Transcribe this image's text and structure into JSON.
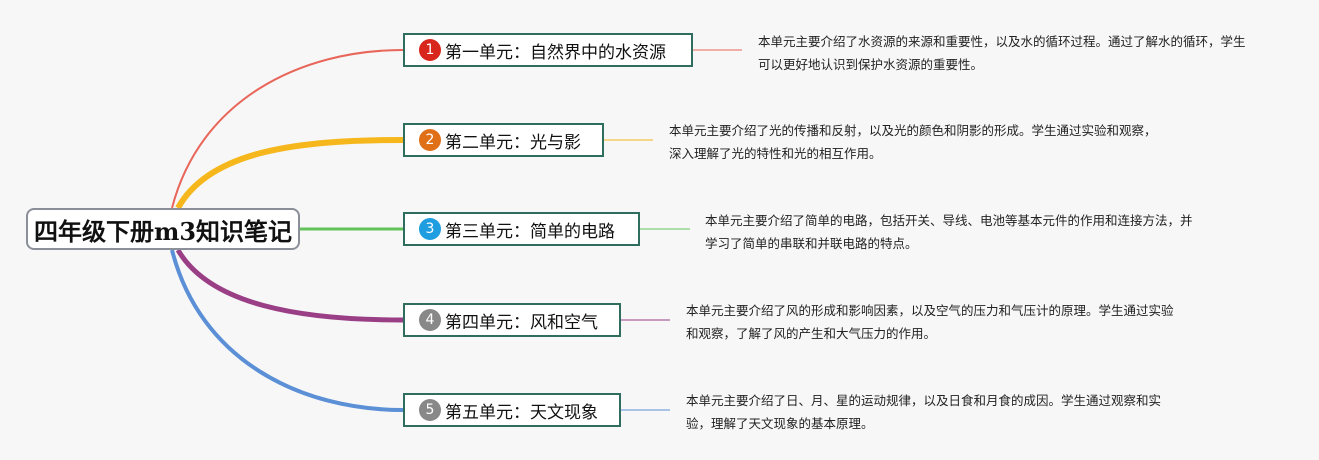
{
  "root": {
    "title": "四年级下册m3知识笔记"
  },
  "units": [
    {
      "number": "1",
      "label": "第一单元：自然界中的水资源",
      "color": "#e8665a",
      "badge_color": "#d8261c",
      "description": "本单元主要介绍了水资源的来源和重要性，以及水的循环过程。通过了解水的循环，学生可以更好地认识到保护水资源的重要性。"
    },
    {
      "number": "2",
      "label": "第二单元：光与影",
      "color": "#f6b71c",
      "badge_color": "#e07018",
      "description": "本单元主要介绍了光的传播和反射，以及光的颜色和阴影的形成。学生通过实验和观察，深入理解了光的特性和光的相互作用。"
    },
    {
      "number": "3",
      "label": "第三单元：简单的电路",
      "color": "#63c35a",
      "badge_color": "#1e9de0",
      "description": "本单元主要介绍了简单的电路，包括开关、导线、电池等基本元件的作用和连接方法，并学习了简单的串联和并联电路的特点。"
    },
    {
      "number": "4",
      "label": "第四单元：风和空气",
      "color": "#9a3f86",
      "badge_color": "#888888",
      "description": "本单元主要介绍了风的形成和影响因素，以及空气的压力和气压计的原理。学生通过实验和观察，了解了风的产生和大气压力的作用。"
    },
    {
      "number": "5",
      "label": "第五单元：天文现象",
      "color": "#5b8fd6",
      "badge_color": "#888888",
      "description": "本单元主要介绍了日、月、星的运动规律，以及日食和月食的成因。学生通过观察和实验，理解了天文现象的基本原理。"
    }
  ]
}
